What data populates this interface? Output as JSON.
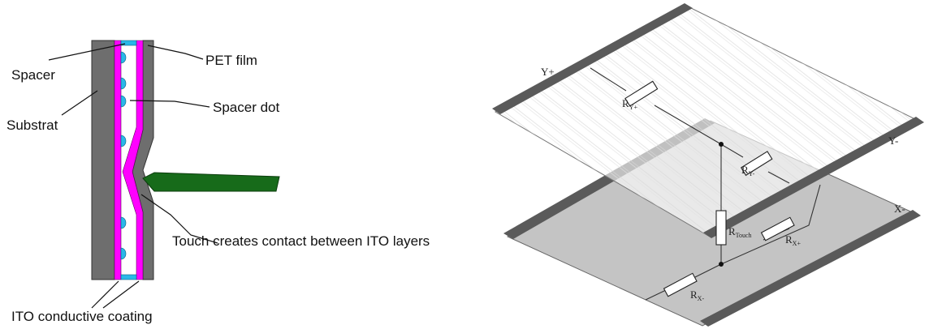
{
  "left_diagram": {
    "labels": {
      "spacer": "Spacer",
      "pet_film": "PET film",
      "substrat": "Substrat",
      "spacer_dot": "Spacer dot",
      "touch": "Touch creates contact between ITO layers",
      "ito": "ITO conductive coating"
    },
    "colors": {
      "substrate": "#6e6e6e",
      "ito": "#ff00ff",
      "spacer_dot": "#29b8e8",
      "finger": "#176b1a"
    }
  },
  "right_diagram": {
    "labels": {
      "y_plus": "Y+",
      "y_minus": "Y-",
      "x_minus_right": "X-",
      "r_y_plus": "R",
      "r_y_plus_sub": "Y+",
      "r_y_minus": "R",
      "r_y_minus_sub": "Y-",
      "r_touch": "R",
      "r_touch_sub": "Touch",
      "r_x_plus": "R",
      "r_x_plus_sub": "X+",
      "r_x_minus": "R",
      "r_x_minus_sub": "X-"
    },
    "colors": {
      "electrode": "#5a5a5a",
      "bottom_layer": "#c4c4c4",
      "top_layer": "#ffffff"
    }
  }
}
